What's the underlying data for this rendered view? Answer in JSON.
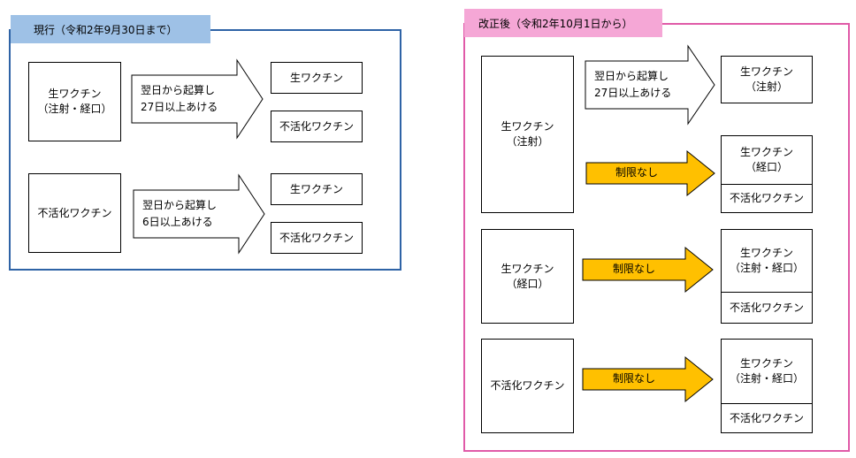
{
  "colors": {
    "current_border": "#2e63a6",
    "current_tab": "#9ec1e6",
    "revised_border": "#e05aa8",
    "revised_tab": "#f5a7d6",
    "yellow_arrow": "#ffc000"
  },
  "current": {
    "title": "現行（令和2年9月30日まで）",
    "rows": [
      {
        "source": [
          "生ワクチン",
          "（注射・経口）"
        ],
        "arrow": [
          "翌日から起算し",
          "27日以上あける"
        ],
        "targets": [
          "生ワクチン",
          "不活化ワクチン"
        ]
      },
      {
        "source": [
          "不活化ワクチン"
        ],
        "arrow": [
          "翌日から起算し",
          "6日以上あける"
        ],
        "targets": [
          "生ワクチン",
          "不活化ワクチン"
        ]
      }
    ]
  },
  "revised": {
    "title": "改正後（令和2年10月1日から）",
    "rows": [
      {
        "source": [
          "生ワクチン",
          "（注射）"
        ],
        "arrow1": [
          "翌日から起算し",
          "27日以上あける"
        ],
        "target1": [
          "生ワクチン",
          "（注射）"
        ],
        "arrow2": "制限なし",
        "target2_top": [
          "生ワクチン",
          "（経口）"
        ],
        "target2_bottom": "不活化ワクチン"
      },
      {
        "source": [
          "生ワクチン",
          "（経口）"
        ],
        "arrow": "制限なし",
        "target_top": [
          "生ワクチン",
          "（注射・経口）"
        ],
        "target_bottom": "不活化ワクチン"
      },
      {
        "source": [
          "不活化ワクチン"
        ],
        "arrow": "制限なし",
        "target_top": [
          "生ワクチン",
          "（注射・経口）"
        ],
        "target_bottom": "不活化ワクチン"
      }
    ]
  }
}
